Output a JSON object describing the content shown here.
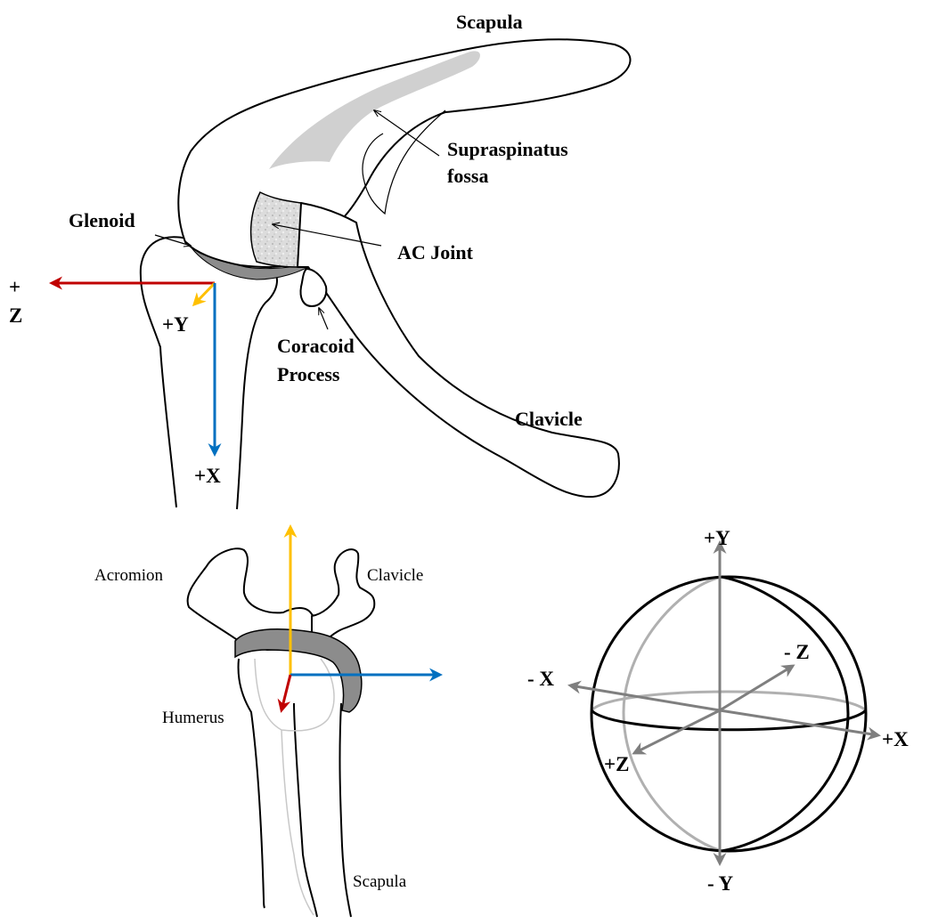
{
  "top_view": {
    "labels": {
      "scapula": "Scapula",
      "supraspinatus_1": "Supraspinatus",
      "supraspinatus_2": "fossa",
      "glenoid": "Glenoid",
      "ac_joint": "AC Joint",
      "coracoid_1": "Coracoid",
      "coracoid_2": "Process",
      "clavicle": "Clavicle"
    },
    "axes": {
      "z_plus": "+",
      "z_letter": "Z",
      "y": "+Y",
      "x": "+X"
    }
  },
  "front_view": {
    "labels": {
      "acromion": "Acromion",
      "clavicle": "Clavicle",
      "humerus": "Humerus",
      "scapula": "Scapula"
    }
  },
  "sphere": {
    "labels": {
      "y_pos": "+Y",
      "y_neg": "- Y",
      "x_pos": "+X",
      "x_neg": "- X",
      "z_pos": "+Z",
      "z_neg": "- Z"
    }
  },
  "colors": {
    "z_axis": "#c00000",
    "y_axis": "#ffc000",
    "x_axis": "#0070c0",
    "sphere_axes": "#7f7f7f",
    "fossa": "#d0d0d0",
    "glenoid_cartilage": "#8c8c8c"
  }
}
